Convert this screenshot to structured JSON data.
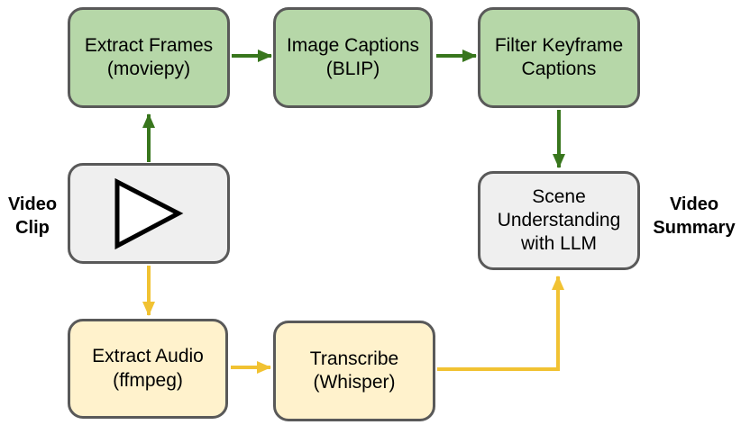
{
  "diagram": {
    "name": "video-summarization-pipeline",
    "colors": {
      "green_node_fill": "#b6d7a8",
      "yellow_node_fill": "#fff2cc",
      "gray_node_fill": "#efefef",
      "node_border": "#595959",
      "green_arrow": "#38761d",
      "yellow_arrow": "#f1c232",
      "text": "#000000",
      "background": "#ffffff"
    },
    "nodes": {
      "extract_frames": {
        "label": "Extract Frames\n(moviepy)",
        "color": "green"
      },
      "image_captions": {
        "label": "Image Captions\n(BLIP)",
        "color": "green"
      },
      "filter_keyframe_captions": {
        "label": "Filter Keyframe\nCaptions",
        "color": "green"
      },
      "video_clip": {
        "icon": "play-icon",
        "color": "gray"
      },
      "scene_understanding": {
        "label": "Scene\nUnderstanding\nwith LLM",
        "color": "gray"
      },
      "extract_audio": {
        "label": "Extract Audio\n(ffmpeg)",
        "color": "yellow"
      },
      "transcribe": {
        "label": "Transcribe\n(Whisper)",
        "color": "yellow"
      }
    },
    "side_labels": {
      "input": "Video\nClip",
      "output": "Video\nSummary"
    },
    "edges": [
      {
        "from": "video_clip",
        "to": "extract_frames",
        "color": "green"
      },
      {
        "from": "extract_frames",
        "to": "image_captions",
        "color": "green"
      },
      {
        "from": "image_captions",
        "to": "filter_keyframe_captions",
        "color": "green"
      },
      {
        "from": "filter_keyframe_captions",
        "to": "scene_understanding",
        "color": "green"
      },
      {
        "from": "video_clip",
        "to": "extract_audio",
        "color": "yellow"
      },
      {
        "from": "extract_audio",
        "to": "transcribe",
        "color": "yellow"
      },
      {
        "from": "transcribe",
        "to": "scene_understanding",
        "color": "yellow"
      }
    ]
  }
}
